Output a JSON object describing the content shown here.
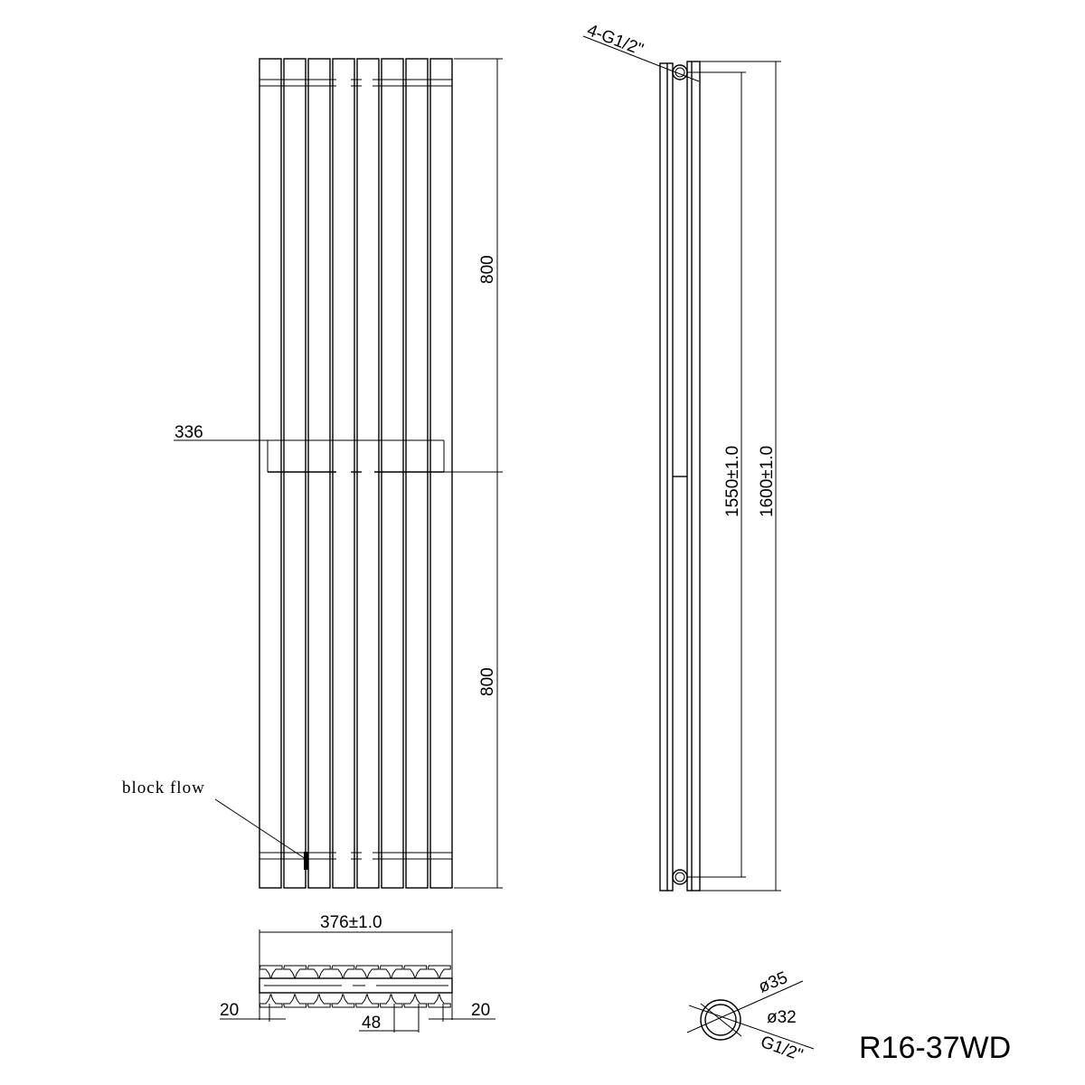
{
  "labels": {
    "section_height_top": "800",
    "section_height_bottom": "800",
    "inner_width": "336",
    "block_flow": "block  flow",
    "connections": "4-G1/2\"",
    "pipe_centers": "1550±1.0",
    "overall_height": "1600±1.0",
    "overall_width": "376±1.0",
    "edge_left": "20",
    "edge_right": "20",
    "tube_pitch": "48",
    "outer_diameter": "ø35",
    "inner_diameter": "ø32",
    "thread": "G1/2\"",
    "model": "R16-37WD"
  }
}
